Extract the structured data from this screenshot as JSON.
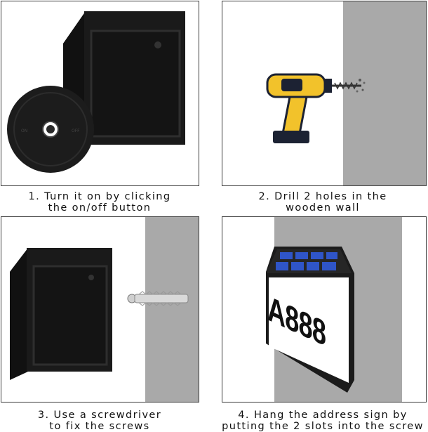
{
  "steps": [
    {
      "line1": "1. Turn it on by clicking",
      "line2": "the on/off button",
      "icon": "sign-back-with-switch"
    },
    {
      "line1": "2. Drill 2 holes in the",
      "line2": "wooden wall",
      "icon": "power-drill"
    },
    {
      "line1": "3. Use a screwdriver",
      "line2": "to fix the screws",
      "icon": "screw-anchor"
    },
    {
      "line1": "4. Hang the address sign by",
      "line2": "putting the 2 slots into the screw",
      "icon": "address-sign"
    }
  ],
  "sign": {
    "number": "A888"
  },
  "colors": {
    "wall": "#a9a9a9",
    "sign_body": "#1b1b1b",
    "drill_yellow": "#f2c22b",
    "solar_blue": "#2f55c8"
  }
}
